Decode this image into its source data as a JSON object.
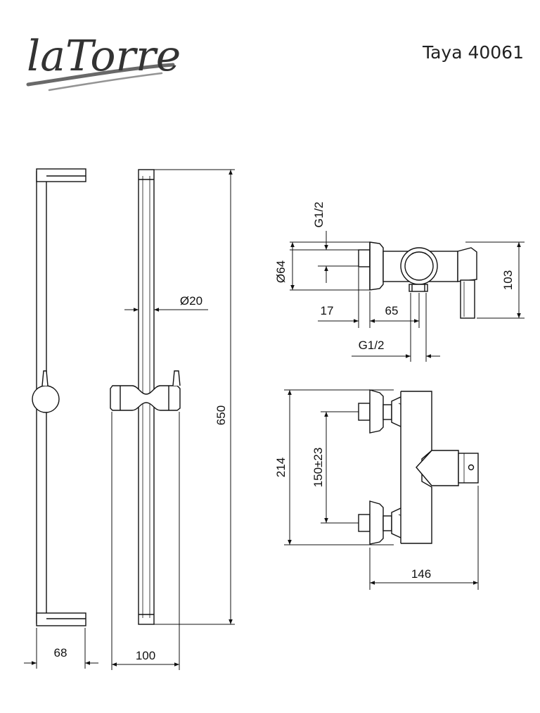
{
  "brand": {
    "logo": "laTorre"
  },
  "header": {
    "model": "Taya 40061"
  },
  "dimensions": {
    "bar_depth": "68",
    "slider_width": "100",
    "rail_diameter": "Ø20",
    "rail_height": "650",
    "inlet_thread_top": "G1/2",
    "flange_diameter": "Ø64",
    "flange_offset": "17",
    "outlet_offset": "65",
    "outlet_thread": "G1/2",
    "body_height": "103",
    "total_height": "214",
    "center_distance": "150±23",
    "total_width": "146"
  },
  "colors": {
    "line": "#111111",
    "logo": "#333333"
  }
}
